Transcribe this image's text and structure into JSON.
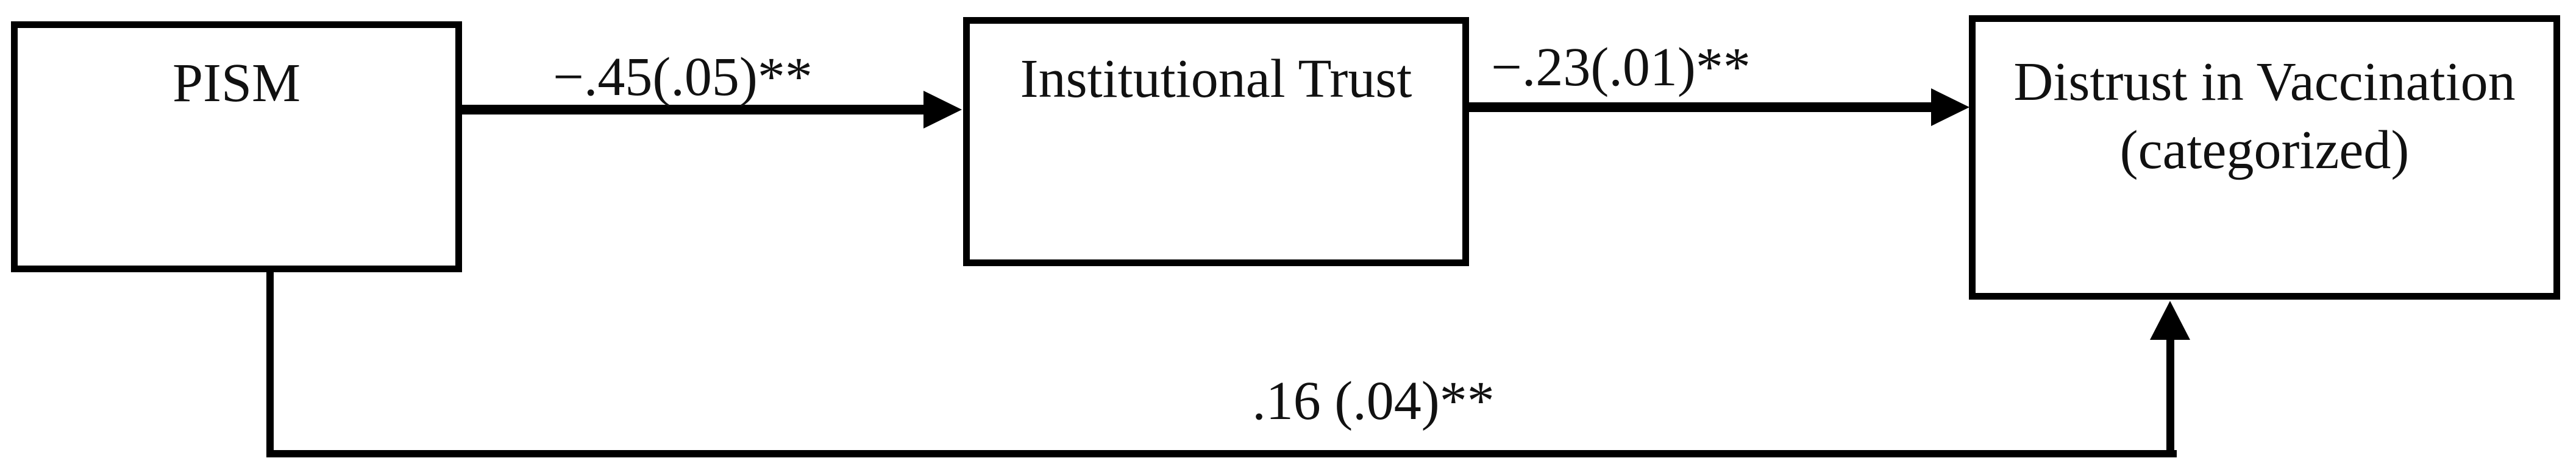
{
  "figure": {
    "type": "path-diagram",
    "colors": {
      "background": "#ffffff",
      "line": "#000000",
      "text": "#111111"
    },
    "nodes": [
      {
        "id": "pism",
        "label": "PISM"
      },
      {
        "id": "institutional_trust",
        "label": "Institutional Trust"
      },
      {
        "id": "distrust_vaccination",
        "label_line1": "Distrust in Vaccination",
        "label_line2": "(categorized)"
      }
    ],
    "edges": [
      {
        "id": "a",
        "from": "PISM",
        "to": "Institutional Trust",
        "direction": "right",
        "label": "−.45(.05)**"
      },
      {
        "id": "b",
        "from": "Institutional Trust",
        "to": "Distrust in Vaccination (categorized)",
        "direction": "right",
        "label": "−.23(.01)**"
      },
      {
        "id": "c",
        "from": "PISM",
        "to": "Distrust in Vaccination (categorized)",
        "direction": "up",
        "label": ".16 (.04)**"
      }
    ]
  }
}
